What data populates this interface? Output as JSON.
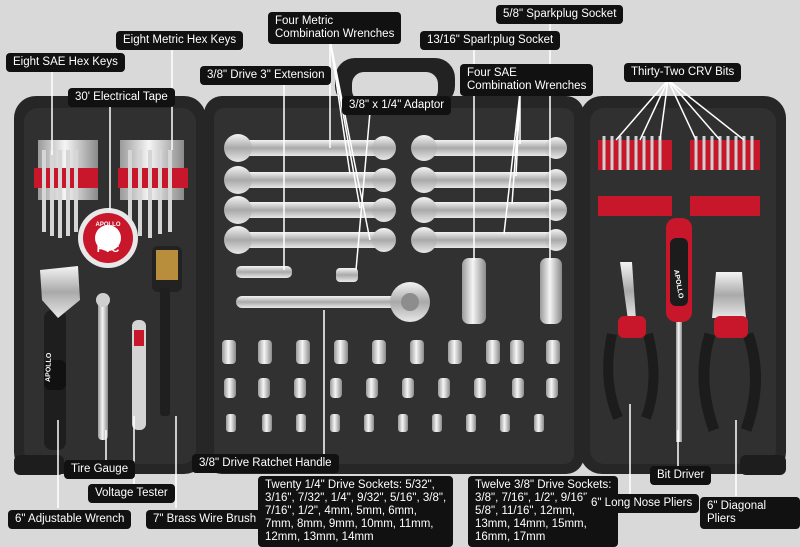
{
  "image": {
    "subject": "tool-kit-product-photo",
    "background_color": "#d9d9d9",
    "case_color": "#2a2a2a",
    "accent_color": "#d0182a"
  },
  "labels": {
    "sae_hex": "Eight SAE Hex Keys",
    "metric_hex": "Eight Metric Hex Keys",
    "tape": "30' Electrical Tape",
    "extension": "3/8\" Drive 3\" Extension",
    "metric_wrenches": "Four Metric\nCombination Wrenches",
    "adaptor": "3/8\" x 1/4\" Adaptor",
    "sparkplug_13_16": "13/16\" Sparl:plug Socket",
    "sparkplug_5_8": "5/8\" Sparkplug Socket",
    "sae_wrenches": "Four SAE\nCombination Wrenches",
    "crv_bits": "Thirty-Two CRV Bits",
    "tire_gauge": "Tire Gauge",
    "voltage_tester": "Voltage Tester",
    "adj_wrench": "6\" Adjustable Wrench",
    "brush": "7\" Brass Wire Brush",
    "ratchet": "3/8\" Drive Ratchet Handle",
    "quarter_sockets": "Twenty 1/4\" Drive Sockets: 5/32\",\n3/16\", 7/32\", 1/4\", 9/32\", 5/16\", 3/8\",\n7/16\", 1/2\", 4mm, 5mm, 6mm,\n7mm, 8mm, 9mm, 10mm, 11mm,\n12mm, 13mm, 14mm",
    "threeeighth_sockets": "Twelve 3/8\" Drive Sockets:\n3/8\", 7/16\", 1/2\", 9/16\",\n5/8\", 11/16\", 12mm,\n13mm, 14mm, 15mm,\n16mm, 17mm",
    "bit_driver": "Bit Driver",
    "long_nose": "6\" Long Nose Pliers",
    "diagonal": "6\" Diagonal Pliers"
  },
  "product_text": {
    "brand": "APOLLO",
    "tape_text": "PVC"
  }
}
